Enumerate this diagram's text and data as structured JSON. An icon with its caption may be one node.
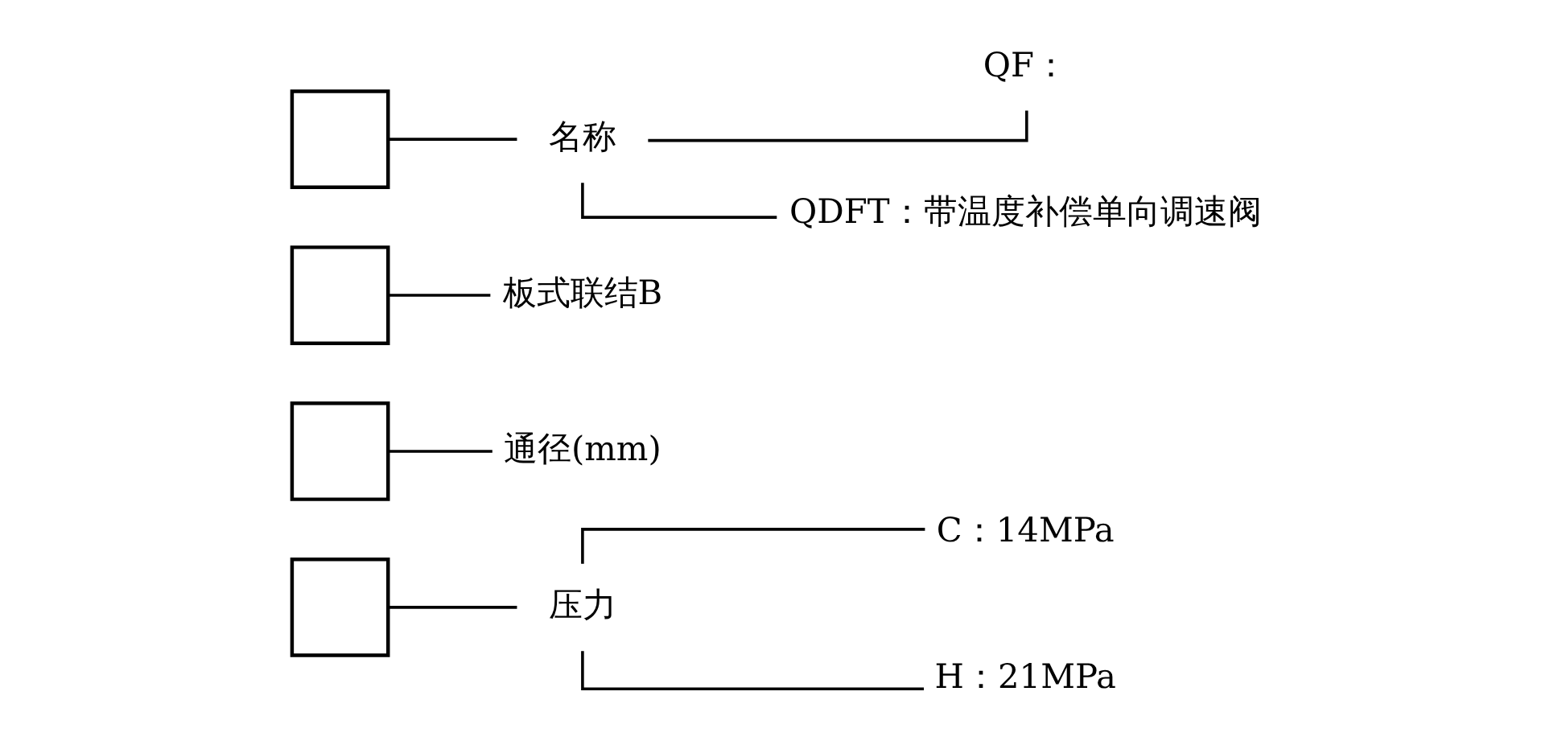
{
  "diagram": {
    "nodes": [
      {
        "text": [],
        "shape": "box"
      },
      {
        "text": [],
        "shape": "box"
      },
      {
        "text": [],
        "shape": "box"
      },
      {
        "text": [],
        "shape": "box"
      },
      {
        "text": [
          "压力"
        ]
      },
      {
        "text": [
          "C：14MPa"
        ]
      },
      {
        "text": [
          "H：21MPa"
        ]
      },
      {
        "text": [
          "通径(mm)"
        ]
      },
      {
        "text": [
          "板式联结B"
        ]
      },
      {
        "text": [
          "名称"
        ]
      },
      {
        "text": [
          "QF："
        ]
      },
      {
        "text": [
          "QDFT：带温度补偿单向调速阀"
        ]
      }
    ],
    "edges": [
      {
        "from": 3,
        "to": 4,
        "arrow": "none"
      },
      {
        "from": 4,
        "to": 5,
        "arrow": "none"
      },
      {
        "from": 4,
        "to": 6,
        "arrow": "none"
      },
      {
        "from": 2,
        "to": 7,
        "arrow": "none"
      },
      {
        "from": 1,
        "to": 8,
        "arrow": "none"
      },
      {
        "from": 0,
        "to": 9,
        "arrow": "none"
      },
      {
        "from": 9,
        "to": 10,
        "arrow": "none"
      },
      {
        "from": 9,
        "to": 11,
        "arrow": "none"
      }
    ]
  }
}
